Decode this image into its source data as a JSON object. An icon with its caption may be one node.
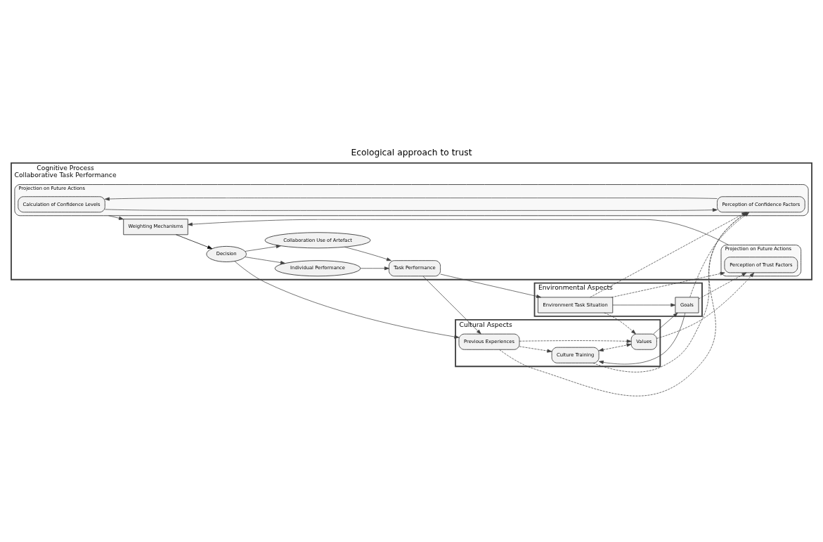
{
  "diagram": {
    "title": "Ecological approach to trust",
    "nodes": [
      {
        "text": [
          "Cognitive Process",
          "Collaborative Task Performance"
        ]
      },
      {
        "text": [
          "Projection on Future Actions"
        ],
        "in": 0
      },
      {
        "text": [
          "Calculation of Confidence Levels"
        ],
        "in": 1
      },
      {
        "text": [
          "Perception of Confidence Factors"
        ],
        "in": 1
      },
      {
        "text": [
          "Projection on Future Actions"
        ],
        "in": 0
      },
      {
        "text": [
          "Perception of Trust Factors"
        ],
        "in": 4
      },
      {
        "text": [
          "Weighting Mechanisms"
        ],
        "in": 0
      },
      {
        "text": [
          "Decision"
        ],
        "in": 0
      },
      {
        "text": [
          "Collaboration Use of Artefact"
        ],
        "in": 0
      },
      {
        "text": [
          "Individual Performance"
        ],
        "in": 0
      },
      {
        "text": [
          "Task Performance"
        ],
        "in": 0
      },
      {
        "text": [
          "Cultural Aspects"
        ]
      },
      {
        "text": [
          "Culture Training"
        ],
        "in": 11
      },
      {
        "text": [
          "Values"
        ],
        "in": 11
      },
      {
        "text": [
          "Previous Experiences"
        ],
        "in": 11
      },
      {
        "text": [
          "Environmental Aspects"
        ]
      },
      {
        "text": [
          "Goals"
        ],
        "in": 15
      },
      {
        "text": [
          "Environment Task Situation"
        ],
        "in": 15
      }
    ],
    "edges": [
      {
        "from": 2,
        "to": 3,
        "arrow": "to"
      },
      {
        "from": 3,
        "to": 2,
        "arrow": "to"
      },
      {
        "from": 1,
        "to": 6,
        "arrow": "to"
      },
      {
        "from": 4,
        "to": 6,
        "arrow": "to"
      },
      {
        "from": 6,
        "to": 7,
        "arrow": "to",
        "color": "#000000"
      },
      {
        "from": 7,
        "to": 8,
        "arrow": "to"
      },
      {
        "from": 7,
        "to": 9,
        "arrow": "to"
      },
      {
        "from": 8,
        "to": 10,
        "arrow": "to"
      },
      {
        "from": 9,
        "to": 10,
        "arrow": "to"
      },
      {
        "from": 7,
        "to": 14,
        "arrow": "to"
      },
      {
        "from": 10,
        "to": 14,
        "arrow": "to"
      },
      {
        "from": 10,
        "to": 17,
        "arrow": "to"
      },
      {
        "from": 14,
        "to": 13,
        "arrow": "to",
        "style": "dashed"
      },
      {
        "from": 12,
        "to": 13,
        "arrow": "both",
        "style": "dashed"
      },
      {
        "from": 13,
        "to": 5,
        "arrow": "to",
        "style": "dashed"
      },
      {
        "from": 12,
        "to": 3,
        "arrow": "to",
        "style": "dashed"
      },
      {
        "from": 14,
        "to": 3,
        "arrow": "to",
        "style": "dashed"
      },
      {
        "from": 14,
        "to": 12,
        "arrow": "to",
        "style": "dashed"
      },
      {
        "from": 17,
        "to": 13,
        "arrow": "to",
        "style": "dashed"
      },
      {
        "from": 17,
        "to": 16,
        "arrow": "to"
      },
      {
        "from": 13,
        "to": 16,
        "arrow": "to"
      },
      {
        "from": 16,
        "to": 12,
        "arrow": "to"
      },
      {
        "from": 17,
        "to": 3,
        "arrow": "to",
        "style": "dashed"
      },
      {
        "from": 17,
        "to": 5,
        "arrow": "to",
        "style": "dashed"
      },
      {
        "from": 16,
        "to": 3,
        "arrow": "to",
        "style": "dashed"
      },
      {
        "from": 16,
        "to": 5,
        "arrow": "to",
        "style": "dashed"
      }
    ]
  }
}
